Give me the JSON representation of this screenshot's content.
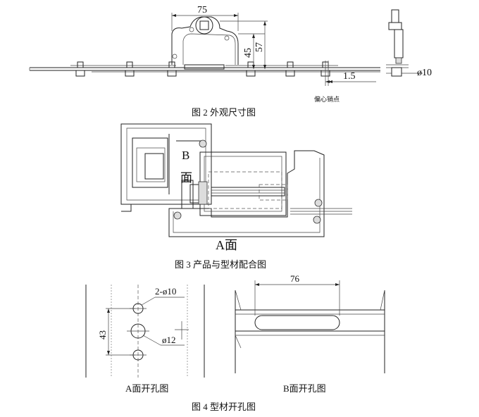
{
  "fig2": {
    "caption": "图 2   外观尺寸图",
    "dim_width": "75",
    "dim_h1": "45",
    "dim_h2": "57",
    "dim_offset": "1.5",
    "dim_diameter": "ø10",
    "note": "偏心销点"
  },
  "fig3": {
    "caption": "图 3   产品与型材配合图",
    "label_b_letter": "B",
    "label_b_char": "面",
    "label_a": "A面"
  },
  "fig4": {
    "caption": "图 4   型材开孔图",
    "a_title": "A面开孔图",
    "b_title": "B面开孔图",
    "dim_holes": "2-ø10",
    "dim_center": "ø12",
    "dim_spacing": "43",
    "dim_slot": "76"
  }
}
